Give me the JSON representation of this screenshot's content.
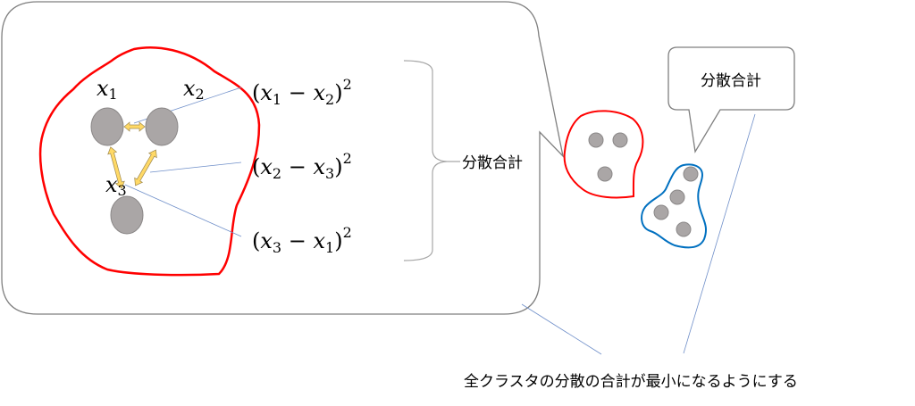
{
  "colors": {
    "cluster_a": "#ff0000",
    "cluster_b": "#0070c0",
    "point": "#aaa6a6",
    "arrow": "#ffd966",
    "leader": "#6f8fc9"
  },
  "points": {
    "x1": {
      "var": "x",
      "sub": "1"
    },
    "x2": {
      "var": "x",
      "sub": "2"
    },
    "x3": {
      "var": "x",
      "sub": "3"
    }
  },
  "formulas": [
    {
      "open": "(",
      "a": "x",
      "a_sub": "1",
      "op": " − ",
      "b": "x",
      "b_sub": "2",
      "close": ")",
      "exp": "2"
    },
    {
      "open": "(",
      "a": "x",
      "a_sub": "2",
      "op": " − ",
      "b": "x",
      "b_sub": "3",
      "close": ")",
      "exp": "2"
    },
    {
      "open": "(",
      "a": "x",
      "a_sub": "3",
      "op": " − ",
      "b": "x",
      "b_sub": "1",
      "close": ")",
      "exp": "2"
    }
  ],
  "brace_label": "分散合計",
  "callout_label": "分散合計",
  "conclusion": "全クラスタの分散の合計が最小になるようにする"
}
